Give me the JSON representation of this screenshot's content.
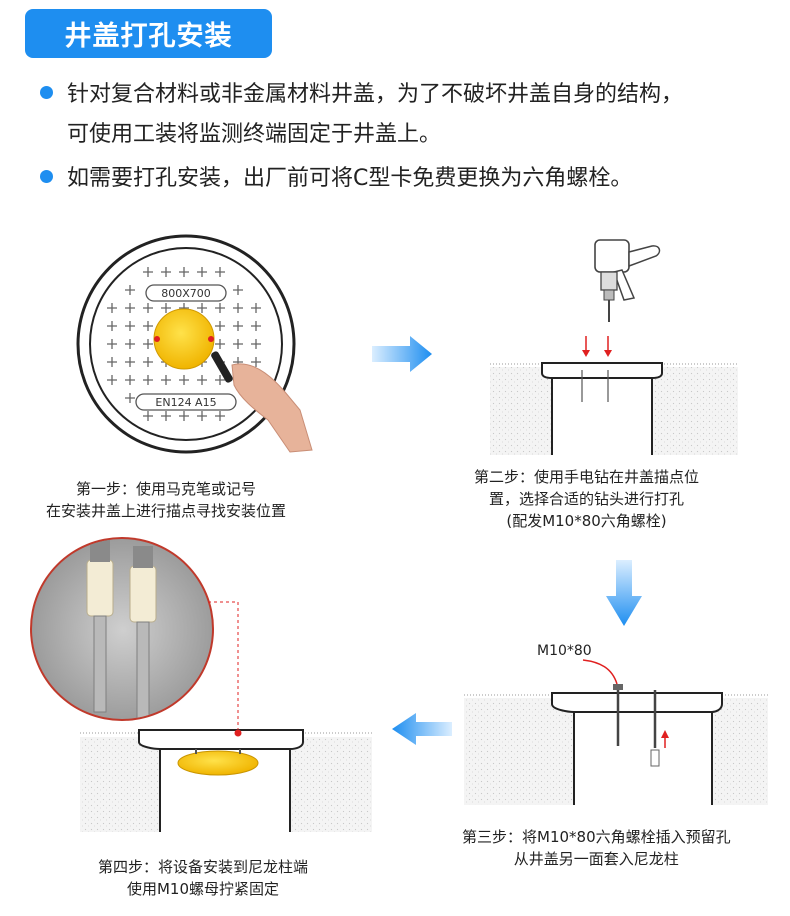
{
  "title": "井盖打孔安装",
  "bullets": [
    {
      "line1": "针对复合材料或非金属材料井盖，为了不破坏井盖自身的结构，",
      "line2": "可使用工装将监测终端固定于井盖上。"
    },
    {
      "line1": "如需要打孔安装，出厂前可将C型卡免费更换为六角螺栓。"
    }
  ],
  "steps": {
    "step1": {
      "line1": "第一步：使用马克笔或记号",
      "line2": "在安装井盖上进行描点寻找安装位置"
    },
    "step2": {
      "line1": "第二步：使用手电钻在井盖描点位",
      "line2": "置，选择合适的钻头进行打孔",
      "line3": "(配发M10*80六角螺栓)"
    },
    "step3": {
      "line1": "第三步：将M10*80六角螺栓插入预留孔",
      "line2": "从井盖另一面套入尼龙柱"
    },
    "step4": {
      "line1": "第四步：将设备安装到尼龙柱端",
      "line2": "使用M10螺母拧紧固定"
    }
  },
  "cover_labels": {
    "top": "800X700",
    "bottom": "EN124 A15"
  },
  "bolt_label": "M10*80",
  "colors": {
    "accent": "#1e8ef0",
    "device": "#f5c518",
    "marker": "#e02020"
  }
}
